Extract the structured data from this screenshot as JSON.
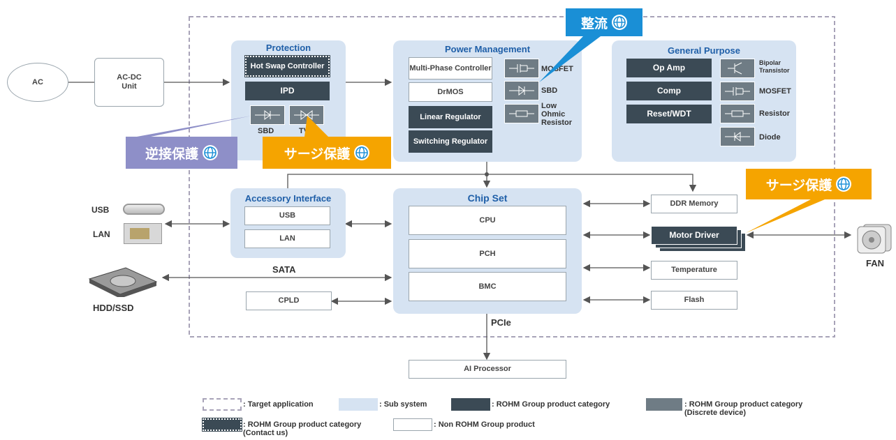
{
  "blocks": {
    "ac": "AC",
    "acdc": "AC-DC\nUnit",
    "protection": {
      "title": "Protection",
      "hotswap": "Hot Swap Controller",
      "ipd": "IPD",
      "sbd": "SBD",
      "tvs": "TVS"
    },
    "power": {
      "title": "Power Management",
      "multiphase": "Multi-Phase Controller",
      "drmos": "DrMOS",
      "linear": "Linear Regulator",
      "switching": "Switching Regulator",
      "mosfet": "MOSFET",
      "sbd": "SBD",
      "resistor": "Low Ohmic Resistor"
    },
    "general": {
      "title": "General Purpose",
      "opamp": "Op Amp",
      "comp": "Comp",
      "reset": "Reset/WDT",
      "bipolar": "Bipolar Transistor",
      "mosfet": "MOSFET",
      "resistor": "Resistor",
      "diode": "Diode"
    },
    "accessory": {
      "title": "Accessory Interface",
      "usb": "USB",
      "lan": "LAN"
    },
    "chipset": {
      "title": "Chip Set",
      "cpu": "CPU",
      "pch": "PCH",
      "bmc": "BMC"
    },
    "ddr": "DDR Memory",
    "motor": "Motor Driver",
    "temperature": "Temperature",
    "flash": "Flash",
    "cpld": "CPLD",
    "ai": "AI Processor",
    "sata": "SATA",
    "pcie": "PCIe"
  },
  "external": {
    "usb": "USB",
    "lan": "LAN",
    "hdd": "HDD/SSD",
    "fan": "FAN"
  },
  "callouts": {
    "seiryu": "整流",
    "gyakusetsu": "逆接保護",
    "surge1": "サージ保護",
    "surge2": "サージ保護"
  },
  "legend": {
    "target": ": Target application",
    "sub": ": Sub system",
    "rohm": ": ROHM Group product category",
    "discrete": ": ROHM Group product category\n(Discrete device)",
    "contact": ": ROHM Group product category\n(Contact us)",
    "non": ": Non ROHM Group  product"
  },
  "colors": {
    "subsystem": "#d6e3f2",
    "rohm": "#3b4a55",
    "discrete": "#6f7c85",
    "callout_blue": "#1a8fd6",
    "callout_orange": "#f5a400",
    "callout_purple": "#8e8fc8",
    "title_blue": "#1f5fa8"
  }
}
